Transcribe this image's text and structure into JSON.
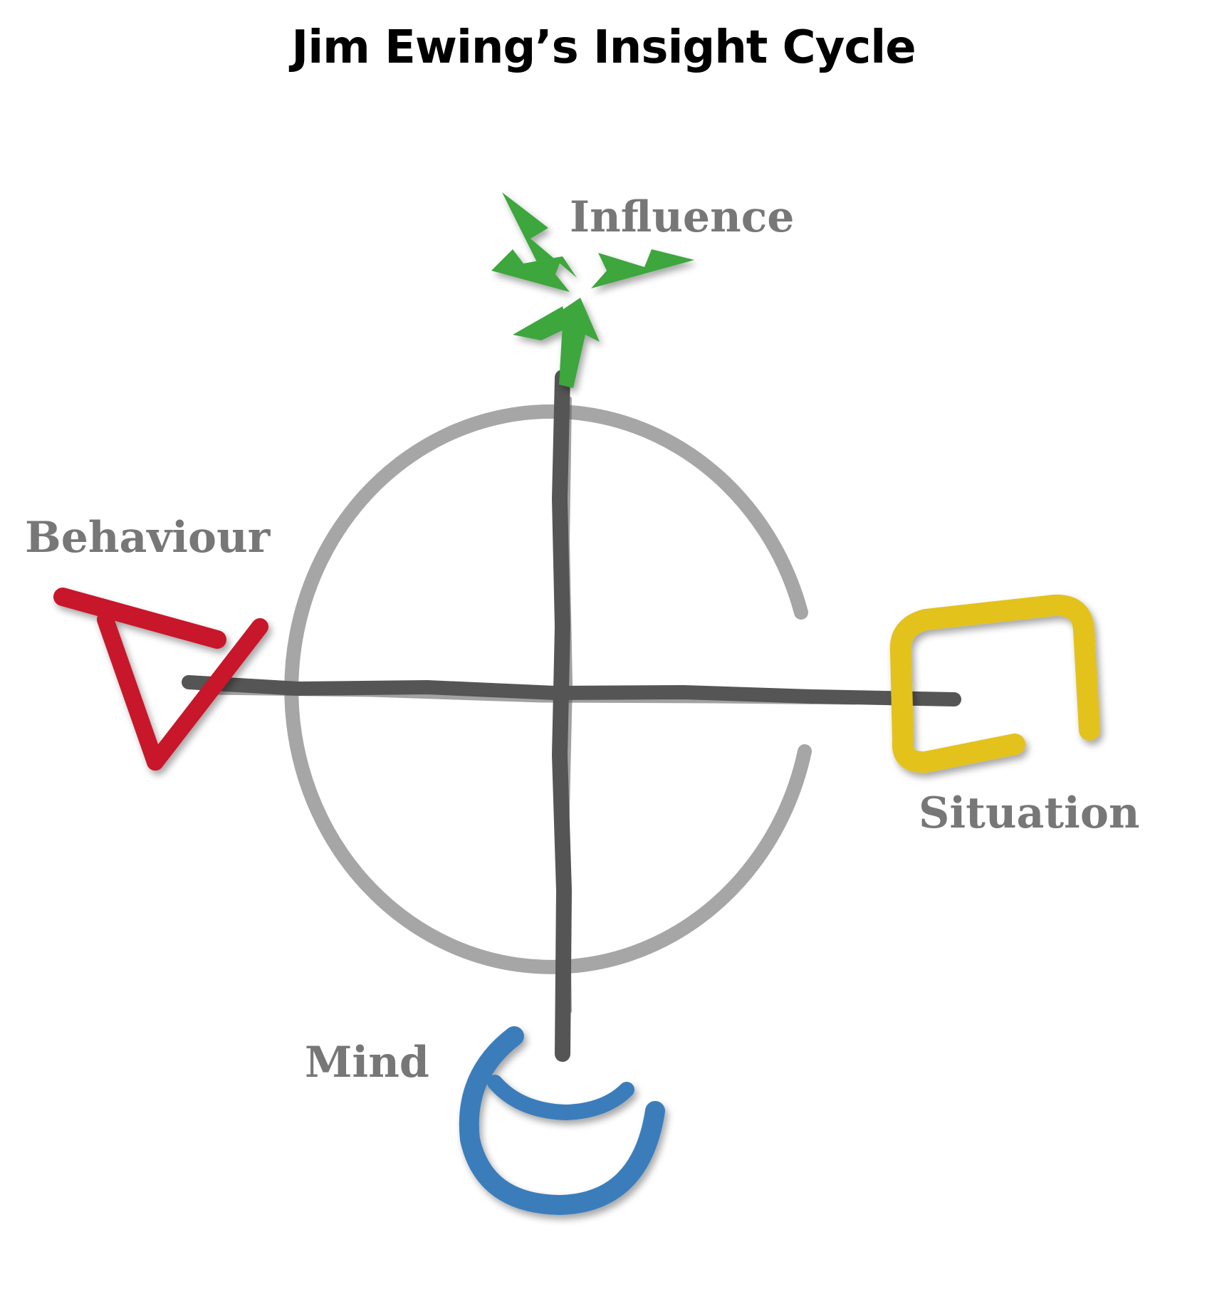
{
  "title": "Jim Ewing’s Insight Cycle",
  "nodes": {
    "influence": {
      "label": "Influence",
      "color": "#3da63d"
    },
    "behaviour": {
      "label": "Behaviour",
      "color": "#c8182a"
    },
    "situation": {
      "label": "Situation",
      "color": "#e3c21b"
    },
    "mind": {
      "label": "Mind",
      "color": "#3a7dbb"
    }
  },
  "colors": {
    "label_text": "#777777",
    "circle": "#a6a6a6",
    "cross": "#555555"
  },
  "icons": {
    "influence": "converging-arrows-icon",
    "behaviour": "check-mark-icon",
    "situation": "open-square-icon",
    "mind": "cup-arc-icon"
  }
}
